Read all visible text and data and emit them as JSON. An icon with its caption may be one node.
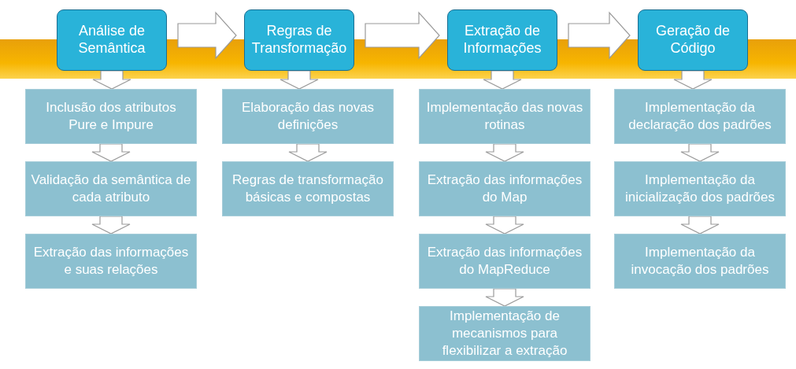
{
  "diagram": {
    "nodes": [
      {
        "text": [
          "Análise de Semântica"
        ]
      },
      {
        "text": [
          "Regras de Transformação"
        ]
      },
      {
        "text": [
          "Extração de Informações"
        ]
      },
      {
        "text": [
          "Geração de Código"
        ]
      },
      {
        "text": [
          "Inclusão dos atributos Pure e Impure"
        ]
      },
      {
        "text": [
          "Validação da semântica de cada atributo"
        ]
      },
      {
        "text": [
          "Extração das informações e suas relações"
        ]
      },
      {
        "text": [
          "Elaboração das novas definições"
        ]
      },
      {
        "text": [
          "Regras de transformação básicas e compostas"
        ]
      },
      {
        "text": [
          "Implementação das novas rotinas"
        ]
      },
      {
        "text": [
          "Extração das informações do Map"
        ]
      },
      {
        "text": [
          "Extração das informações do MapReduce"
        ]
      },
      {
        "text": [
          "Implementação de mecanismos para flexibilizar a extração"
        ]
      },
      {
        "text": [
          "Implementação da declaração dos padrões"
        ]
      },
      {
        "text": [
          "Implementação da inicialização dos padrões"
        ]
      },
      {
        "text": [
          "Implementação da invocação dos padrões"
        ]
      },
      {
        "text": [],
        "shape": "bar"
      }
    ],
    "edges": [
      {
        "from": 0,
        "to": 1,
        "arrow": "to"
      },
      {
        "from": 1,
        "to": 2,
        "arrow": "to"
      },
      {
        "from": 2,
        "to": 3,
        "arrow": "to"
      },
      {
        "from": 0,
        "to": 4,
        "arrow": "to"
      },
      {
        "from": 4,
        "to": 5,
        "arrow": "to"
      },
      {
        "from": 5,
        "to": 6,
        "arrow": "to"
      },
      {
        "from": 1,
        "to": 7,
        "arrow": "to"
      },
      {
        "from": 7,
        "to": 8,
        "arrow": "to"
      },
      {
        "from": 2,
        "to": 9,
        "arrow": "to"
      },
      {
        "from": 9,
        "to": 10,
        "arrow": "to"
      },
      {
        "from": 10,
        "to": 11,
        "arrow": "to"
      },
      {
        "from": 11,
        "to": 12,
        "arrow": "to"
      },
      {
        "from": 3,
        "to": 13,
        "arrow": "to"
      },
      {
        "from": 13,
        "to": 14,
        "arrow": "to"
      },
      {
        "from": 14,
        "to": 15,
        "arrow": "to"
      }
    ]
  }
}
